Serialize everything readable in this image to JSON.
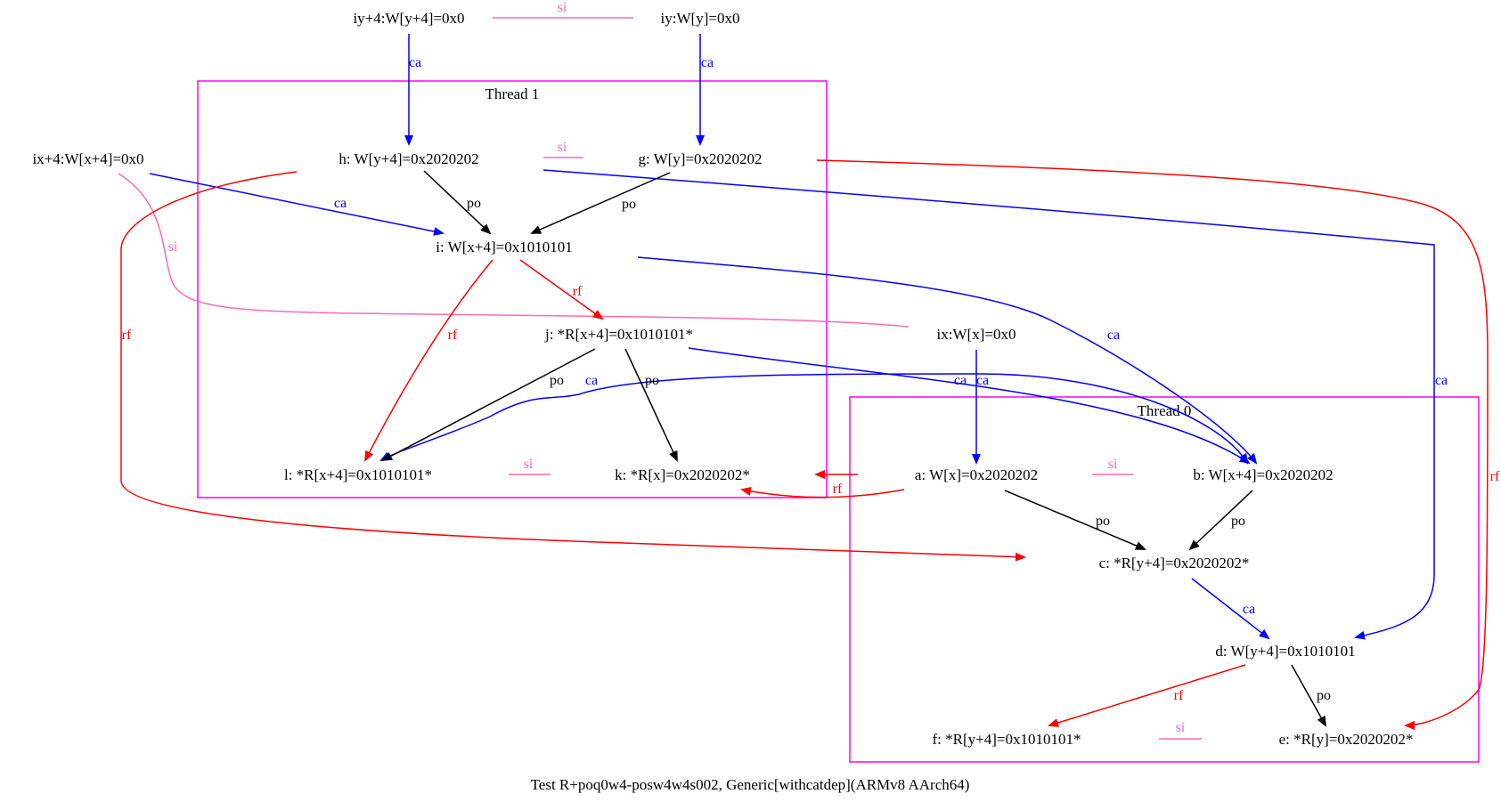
{
  "caption": "Test R+poq0w4-posw4w4s002, Generic[withcatdep](ARMv8 AArch64)",
  "colors": {
    "po": "#000000",
    "ca": "#0000ff",
    "rf": "#ff0000",
    "si": "#ff69b4",
    "cluster_border": "#ff00ff"
  },
  "clusters": {
    "thread1": "Thread 1",
    "thread0": "Thread 0"
  },
  "nodes": {
    "iy4": "iy+4:W[y+4]=0x0",
    "iy": "iy:W[y]=0x0",
    "ix4": "ix+4:W[x+4]=0x0",
    "ix": "ix:W[x]=0x0",
    "h": "h: W[y+4]=0x2020202",
    "g": "g: W[y]=0x2020202",
    "i": "i: W[x+4]=0x1010101",
    "j": "j: *R[x+4]=0x1010101*",
    "l": "l: *R[x+4]=0x1010101*",
    "k": "k: *R[x]=0x2020202*",
    "a": "a: W[x]=0x2020202",
    "b": "b: W[x+4]=0x2020202",
    "c": "c: *R[y+4]=0x2020202*",
    "d": "d: W[y+4]=0x1010101",
    "f": "f: *R[y+4]=0x1010101*",
    "e": "e: *R[y]=0x2020202*"
  },
  "edge_labels": {
    "po": "po",
    "ca": "ca",
    "rf": "rf",
    "si": "si"
  }
}
